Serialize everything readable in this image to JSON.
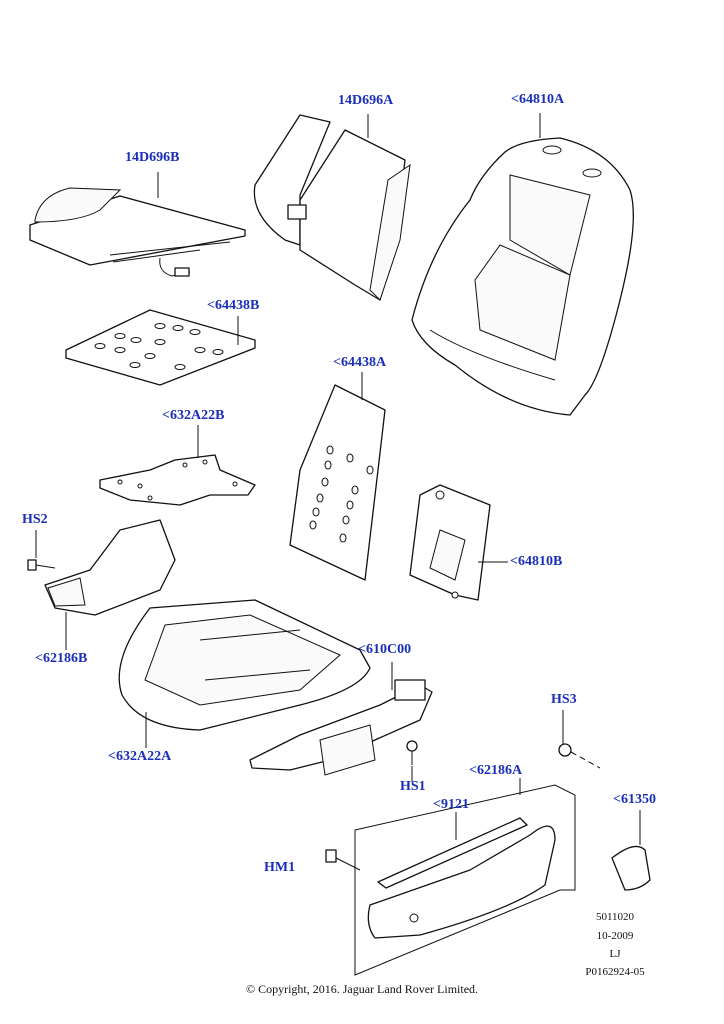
{
  "callouts": {
    "c14D696B": "14D696B",
    "c14D696A": "14D696A",
    "c64810A": "<64810A",
    "c64438B": "<64438B",
    "c64438A": "<64438A",
    "c632A22B": "<632A22B",
    "cHS2": "HS2",
    "c64810B": "<64810B",
    "c62186B": "<62186B",
    "c610C00": "<610C00",
    "c632A22A": "<632A22A",
    "cHS3": "HS3",
    "cHS1": "HS1",
    "c62186A": "<62186A",
    "c9121": "<9121",
    "c61350": "<61350",
    "cHM1": "HM1"
  },
  "meta": {
    "code1": "5011020",
    "date": "10-2009",
    "initials": "LJ",
    "ref": "P0162924-05"
  },
  "copyright": "© Copyright, 2016. Jaguar Land Rover Limited.",
  "colors": {
    "callout_text": "#1a2fb8",
    "line_art": "#111111"
  }
}
